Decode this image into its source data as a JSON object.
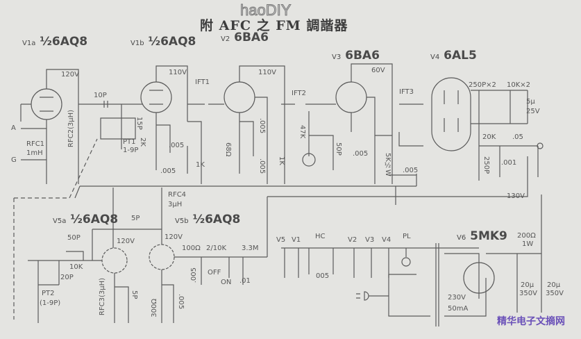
{
  "title": "附 AFC 之 FM 調諧器",
  "watermark_top": "haoDIY",
  "watermark_bottom": "精华电子文摘网",
  "tubes": {
    "v1a": {
      "ref": "V1a",
      "type": "½6AQ8"
    },
    "v1b": {
      "ref": "V1b",
      "type": "½6AQ8"
    },
    "v2": {
      "ref": "V2",
      "type": "6BA6"
    },
    "v3": {
      "ref": "V3",
      "type": "6BA6"
    },
    "v4": {
      "ref": "V4",
      "type": "6AL5"
    },
    "v5a": {
      "ref": "V5a",
      "type": "½6AQ8"
    },
    "v5b": {
      "ref": "V5b",
      "type": "½6AQ8"
    },
    "v6": {
      "ref": "V6",
      "type": "5MK9"
    }
  },
  "labels": {
    "v120a": "120V",
    "v110a": "110V",
    "v110b": "110V",
    "v60": "60V",
    "v130": "130V",
    "c10p": "10P",
    "ift1": "IFT1",
    "ift2": "IFT2",
    "ift3": "IFT3",
    "c250x2": "250P×2",
    "r10kx2": "10K×2",
    "c5u": "5μ",
    "v25": "25V",
    "r20k": "20K",
    "c05": ".05",
    "c250p": "250P",
    "c001": ".001",
    "c005e": ".005",
    "r5k": "5K½W",
    "c005d": ".005",
    "r47k": "47K",
    "c50p": "50P",
    "r68": "68Ω",
    "c005b": ".005",
    "c005c": ".005",
    "r1kb": "1K",
    "r1k": "1K",
    "c005a": ".005",
    "c005a2": ".005",
    "r2k": "2K",
    "pt1": "PT1",
    "pt1v": "1-9P",
    "c15p": "15P",
    "rfc2": "RFC2(3μH)",
    "ant_a": "A",
    "ant_g": "G",
    "rfc1": "RFC1",
    "rfc1v": "1mH",
    "rfc4": "RFC4",
    "rfc4v": "3μH",
    "c5p": "5P",
    "v120b": "120V",
    "v120c": "120V",
    "c50p2": "50P",
    "r10k": "10K",
    "c20p": "20P",
    "pt2": "PT2",
    "pt2v": "(1-9P)",
    "rfc3": "RFC3(3μH)",
    "c5p2": "5P",
    "r300": "300Ω",
    "c005f": ".005",
    "r100": "100Ω",
    "r2_10k": "2/10K",
    "r33m": "3.3M",
    "c005g": ".005",
    "sw_off": "OFF",
    "sw_on": "ON",
    "c01": ".01",
    "h_v5": "V5",
    "h_v1": "V1",
    "hc": "HC",
    "h_v2": "V2",
    "h_v3": "V3",
    "h_v4": "V4",
    "pl": "PL",
    "c005h": "005",
    "r200": "200Ω",
    "r200w": "1W",
    "c20u1": "20μ",
    "c20u1v": "350V",
    "c20u2": "20μ",
    "c20u2v": "350V",
    "tr_v": "230V",
    "tr_i": "50mA"
  }
}
